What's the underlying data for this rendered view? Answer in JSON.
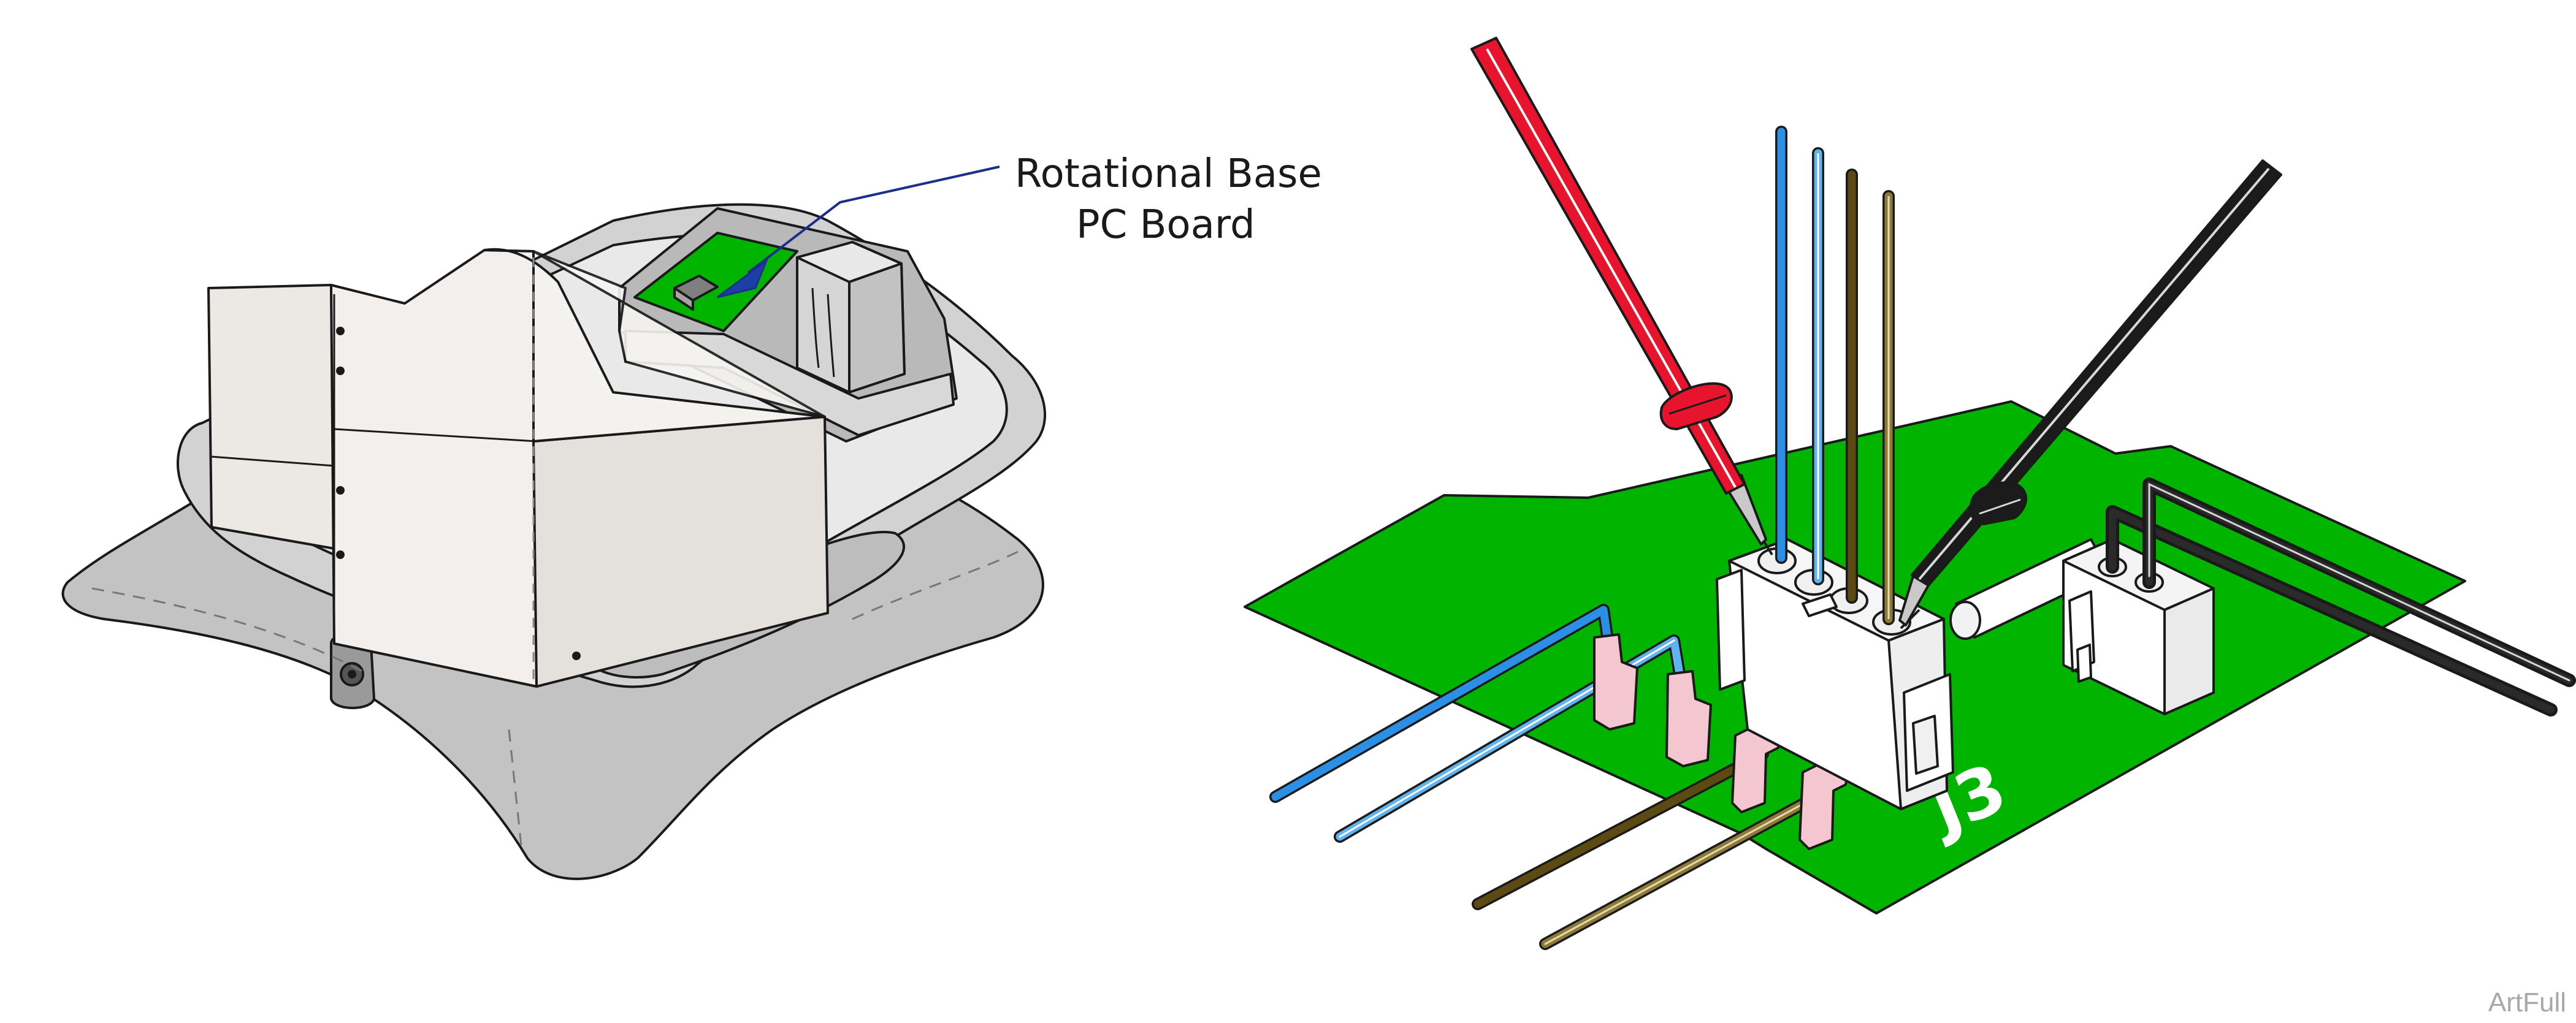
{
  "callout": {
    "line1": "Rotational Base",
    "line2": "PC Board"
  },
  "board_label": "J3",
  "credit": "ArtFull",
  "colors": {
    "board": "#00b400",
    "probe_red": "#e8132c",
    "probe_black": "#1b1b1b",
    "wire_blue": "#2b8fe6",
    "wire_light_blue": "#5fb4f0",
    "wire_brown": "#5b4a12",
    "wire_tan": "#8b7a3a",
    "callout_line": "#1c2f8c",
    "arrow": "#1c3fa6",
    "housing_fill": "#eeebe8",
    "base_gray": "#bdbdbd"
  }
}
